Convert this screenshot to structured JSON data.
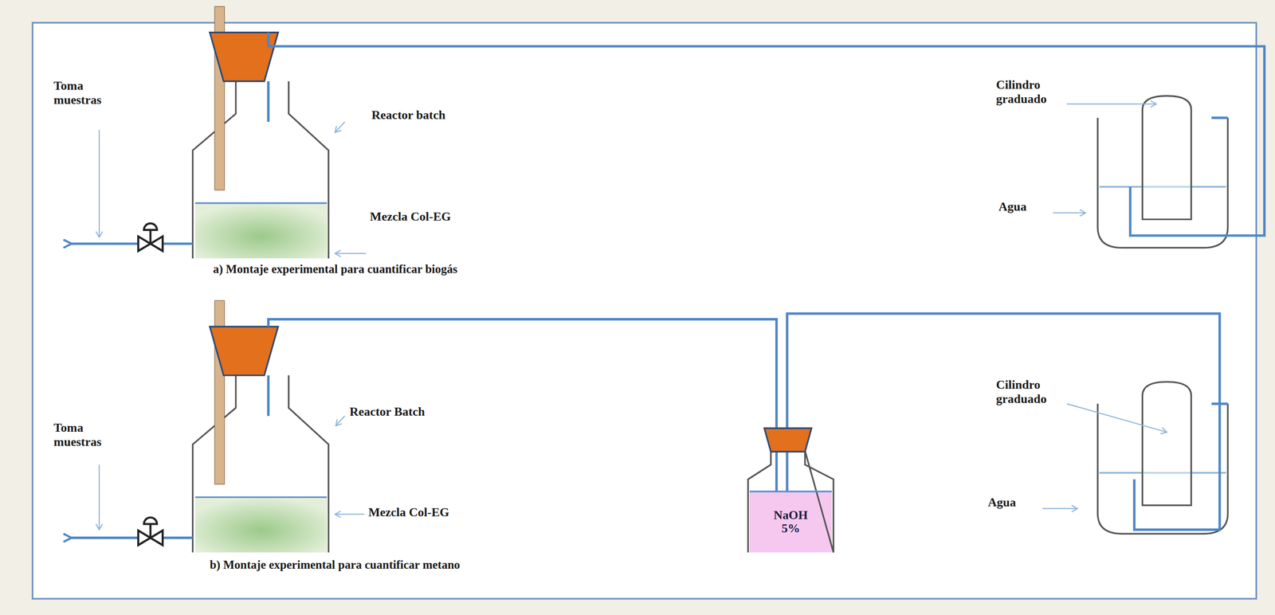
{
  "diagram": {
    "nodes": [
      {
        "text": [
          "NaOH 5%"
        ]
      }
    ],
    "edges": [],
    "labels": [
      "Toma muestras",
      "Reactor batch",
      "Mezcla Col-EG",
      "a) Montaje experimental para cuantificar biogás",
      "Cilindro graduado",
      "Agua",
      "Toma muestras",
      "Reactor Batch",
      "Mezcla Col-EG",
      "b) Montaje experimental para cuantificar metano",
      "Cilindro graduado",
      "Agua"
    ]
  }
}
